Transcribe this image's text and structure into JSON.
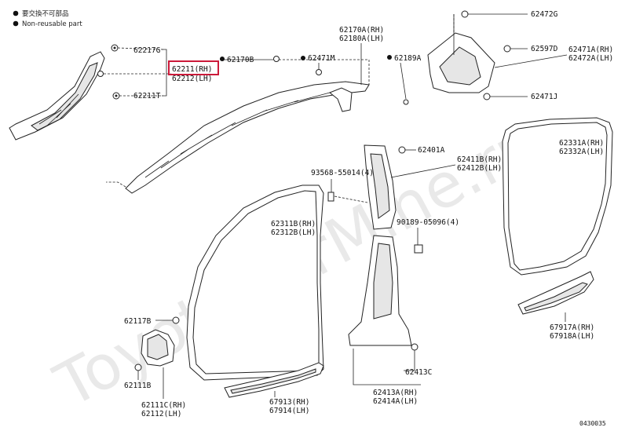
{
  "legend": {
    "line1": "要交換不可部品",
    "line2": "Non-reusable part"
  },
  "watermark": "ToyotaCarMine.ru",
  "image_code": "0430035",
  "parts": {
    "p62217G": "62217G",
    "p62211RH": "62211(RH)",
    "p62212LH": "62212(LH)",
    "p62211T": "62211T",
    "p62170B": "62170B",
    "p62471M": "62471M",
    "p62170A_rh": "62170A(RH)",
    "p62180A_lh": "62180A(LH)",
    "p62189A": "62189A",
    "p62472G": "62472G",
    "p62597D": "62597D",
    "p62471A_rh": "62471A(RH)",
    "p62472A_lh": "62472A(LH)",
    "p62471J": "62471J",
    "p62331A_rh": "62331A(RH)",
    "p62332A_lh": "62332A(LH)",
    "p62401A": "62401A",
    "p62411B_rh": "62411B(RH)",
    "p62412B_lh": "62412B(LH)",
    "p93568": "93568-55014(4)",
    "p90189": "90189-05096(4)",
    "p62311B_rh": "62311B(RH)",
    "p62312B_lh": "62312B(LH)",
    "p62117B": "62117B",
    "p62111B": "62111B",
    "p62111C_rh": "62111C(RH)",
    "p62112_lh": "62112(LH)",
    "p67913_rh": "67913(RH)",
    "p67914_lh": "67914(LH)",
    "p62413C": "62413C",
    "p62413A_rh": "62413A(RH)",
    "p62414A_lh": "62414A(LH)",
    "p67917A_rh": "67917A(RH)",
    "p67918A_lh": "67918A(LH)"
  }
}
